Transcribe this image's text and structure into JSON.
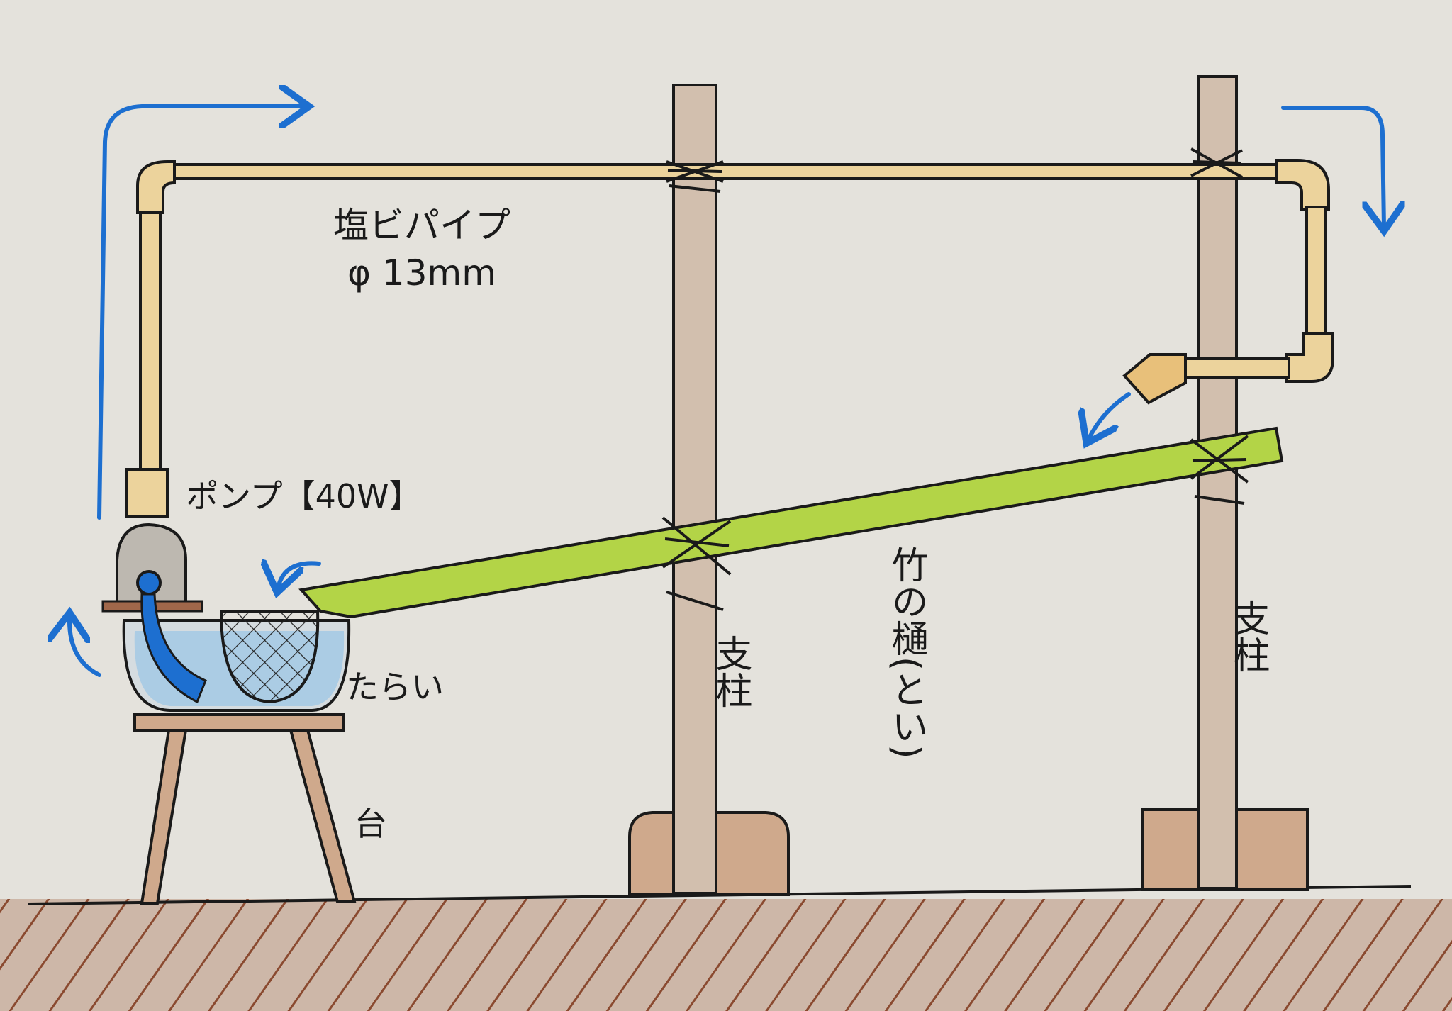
{
  "labels": {
    "pipe_name": "塩ビパイプ",
    "pipe_size": "φ 13mm",
    "pump": "ポンプ【40W】",
    "basin": "たらい",
    "stand": "台",
    "post_left": "支柱",
    "post_right": "支柱",
    "bamboo_gutter": "竹の樋(とい)"
  },
  "colors": {
    "paper": "#e4e2dc",
    "wood": "#c9ab8e",
    "pipe": "#ecd39c",
    "bamboo": "#b3d447",
    "water": "#9cc7e6",
    "arrow": "#1d6fd0",
    "ground": "#a0674a",
    "ink": "#1a1a1a"
  }
}
